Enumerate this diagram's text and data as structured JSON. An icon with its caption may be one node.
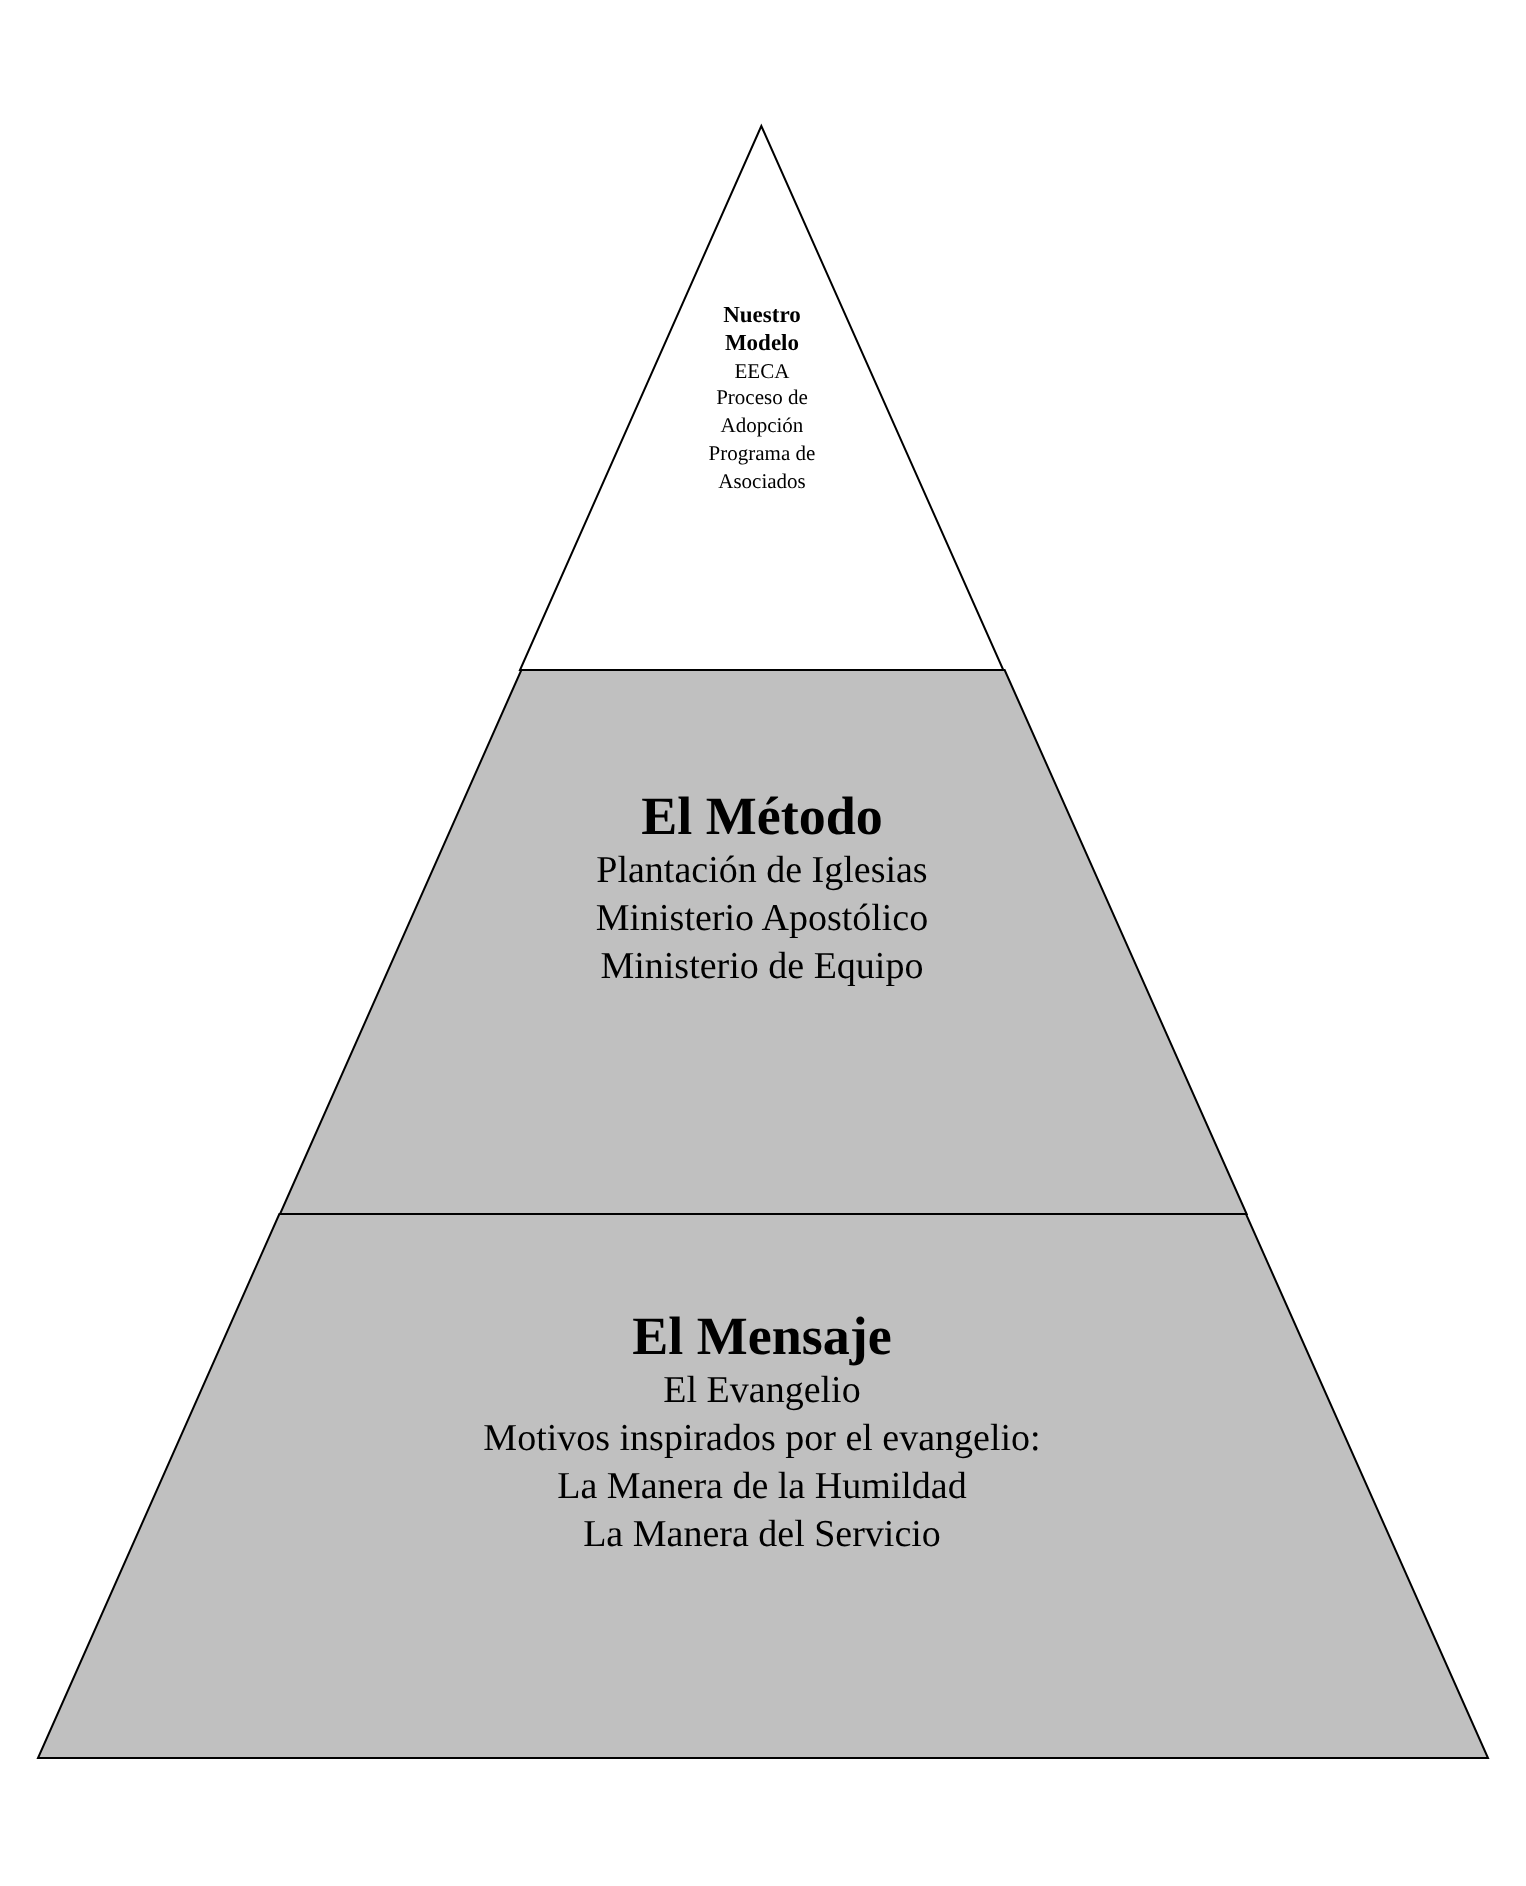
{
  "diagram": {
    "nodes": [
      {
        "text": [
          "Nuestro Modelo",
          "EECA",
          "Proceso de Adopción",
          "Programa de Asociados"
        ]
      },
      {
        "text": [
          "El Método",
          "Plantación de Iglesias",
          "Ministerio Apostólico",
          "Ministerio de Equipo"
        ]
      },
      {
        "text": [
          "El Mensaje",
          "El Evangelio",
          "Motivos inspirados por el evangelio:",
          "La Manera de la Humildad",
          "La Manera del Servicio"
        ]
      }
    ]
  }
}
